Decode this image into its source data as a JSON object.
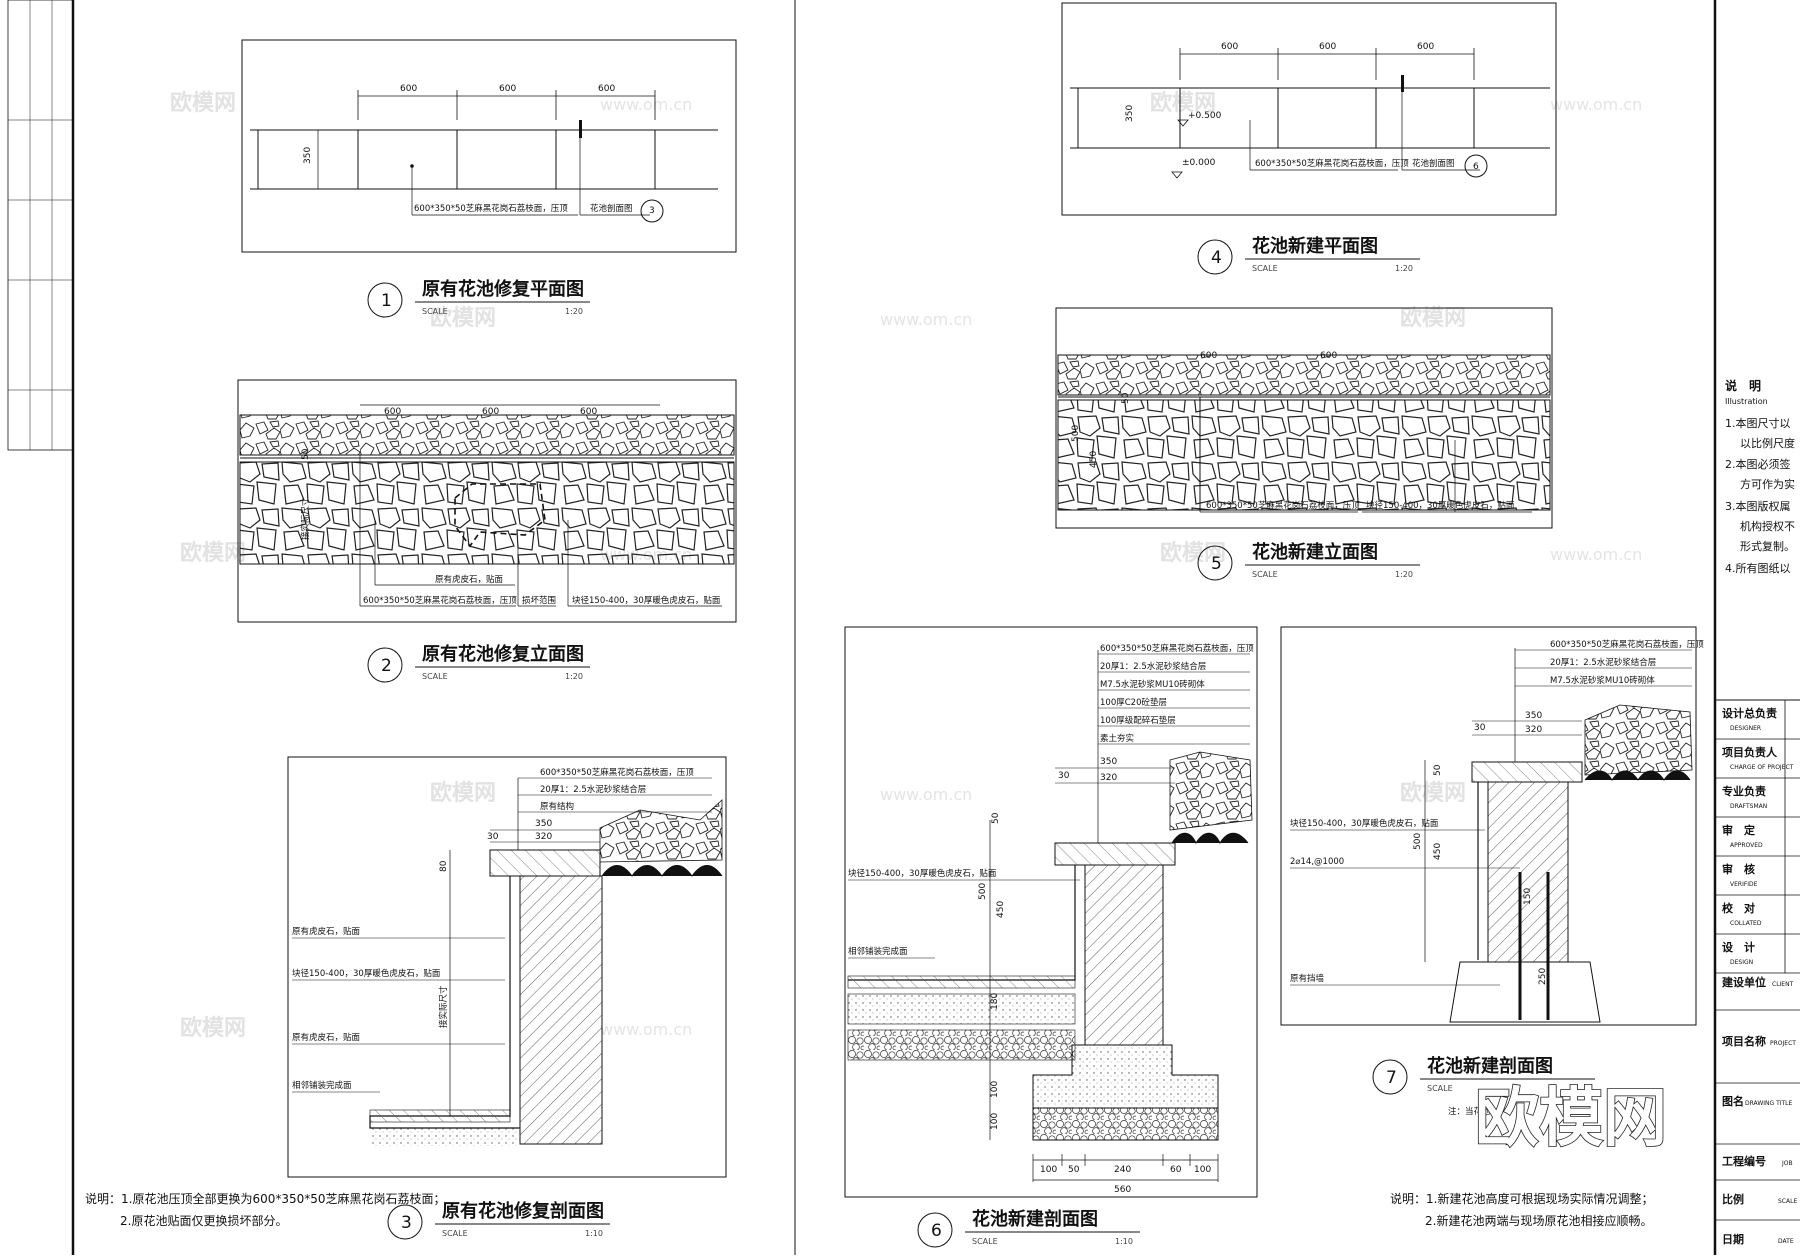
{
  "drawings": [
    {
      "num": "1",
      "title": "原有花池修复平面图",
      "scale_label": "SCALE",
      "scale": "1:20"
    },
    {
      "num": "2",
      "title": "原有花池修复立面图",
      "scale_label": "SCALE",
      "scale": "1:20"
    },
    {
      "num": "3",
      "title": "原有花池修复剖面图",
      "scale_label": "SCALE",
      "scale": "1:10"
    },
    {
      "num": "4",
      "title": "花池新建平面图",
      "scale_label": "SCALE",
      "scale": "1:20"
    },
    {
      "num": "5",
      "title": "花池新建立面图",
      "scale_label": "SCALE",
      "scale": "1:20"
    },
    {
      "num": "6",
      "title": "花池新建剖面图",
      "scale_label": "SCALE",
      "scale": "1:10"
    },
    {
      "num": "7",
      "title": "花池新建剖面图",
      "scale_label": "SCALE",
      "scale": ""
    }
  ],
  "dims": {
    "d600": "600",
    "d350": "350",
    "d320": "320",
    "d30": "30",
    "d80": "80",
    "d500": "500",
    "d450": "450",
    "d50": "50",
    "d100": "100",
    "d180": "180",
    "d240": "240",
    "d60": "60",
    "d560": "560",
    "d250": "250",
    "d150": "150"
  },
  "plan1": {
    "stone": "600*350*50芝麻黑花岗石荔枝面，压顶",
    "section": "花池剖面图",
    "section_num": "3"
  },
  "plan4": {
    "stone": "600*350*50芝麻黑花岗石荔枝面，压顶",
    "section": "花池剖面图",
    "section_num": "6",
    "level_top": "+0.500",
    "level_zero": "±0.000"
  },
  "elev2": {
    "a": "原有虎皮石，贴面",
    "b": "600*350*50芝麻黑花岗石荔枝面，压顶",
    "c": "损坏范围",
    "d": "块径150-400，30厚暖色虎皮石，贴面",
    "e": "接实际尺寸"
  },
  "elev5": {
    "a": "600*350*50芝麻黑花岗石荔枝面，压顶",
    "b": "块径150-400，30厚暖色虎皮石，贴面"
  },
  "sec3": {
    "l1": "600*350*50芝麻黑花岗石荔枝面，压顶",
    "l2": "20厚1：2.5水泥砂浆结合层",
    "l3": "原有结构",
    "l4": "原有虎皮石，贴面",
    "l5": "块径150-400，30厚暖色虎皮石，贴面",
    "l6": "原有虎皮石，贴面",
    "l7": "相邻铺装完成面",
    "l8": "接实际尺寸"
  },
  "sec6": {
    "l1": "600*350*50芝麻黑花岗石荔枝面，压顶",
    "l2": "20厚1：2.5水泥砂浆结合层",
    "l3": "M7.5水泥砂浆MU10砖砌体",
    "l4": "100厚C20砼垫层",
    "l5": "100厚级配碎石垫层",
    "l6": "素土夯实",
    "l7": "块径150-400，30厚暖色虎皮石，贴面",
    "l8": "相邻铺装完成面"
  },
  "sec7": {
    "l1": "600*350*50芝麻黑花岗石荔枝面，压顶",
    "l2": "20厚1：2.5水泥砂浆结合层",
    "l3": "M7.5水泥砂浆MU10砖砌体",
    "l4": "块径150-400，30厚暖色虎皮石，贴面",
    "l5": "2⌀14,@1000",
    "l6": "原有挡墙",
    "note": "注：当花池..."
  },
  "notes_left": {
    "l1": "说明：1.原花池压顶全部更换为600*350*50芝麻黑花岗石荔枝面；",
    "l2": "2.原花池贴面仅更换损坏部分。"
  },
  "notes_right": {
    "l1": "说明：1.新建花池高度可根据现场实际情况调整；",
    "l2": "2.新建花池两端与现场原花池相接应顺畅。"
  },
  "titleblock": {
    "heading": "说　明",
    "heading_en": "Illustration",
    "n1": "1.本图尺寸以",
    "n1b": "以比例尺度",
    "n2": "2.本图必须签",
    "n2b": "方可作为实",
    "n3": "3.本图版权属",
    "n3b": "机构授权不",
    "n3c": "形式复制。",
    "n4": "4.所有图纸以",
    "rows": [
      {
        "cn": "设计总负责",
        "en": "DESIGNER"
      },
      {
        "cn": "项目负责人",
        "en": "CHARGE OF PROJECT"
      },
      {
        "cn": "专业负责",
        "en": "DRAFTSMAN"
      },
      {
        "cn": "审　定",
        "en": "APPROVED"
      },
      {
        "cn": "审　核",
        "en": "VERIFIDE"
      },
      {
        "cn": "校　对",
        "en": "COLLATED"
      },
      {
        "cn": "设　计",
        "en": "DESIGN"
      }
    ],
    "client": "建设单位",
    "client_en": "CLIENT",
    "project": "项目名称",
    "project_en": "PROJECT",
    "drawing": "图名",
    "drawing_en": "DRAWING TITLE",
    "job": "工程编号",
    "job_en": "JOB",
    "scale": "比例",
    "scale_en": "SCALE",
    "date": "日期",
    "date_en": "DATE"
  },
  "watermark": {
    "brand": "欧模网",
    "site": "www.om.cn"
  }
}
